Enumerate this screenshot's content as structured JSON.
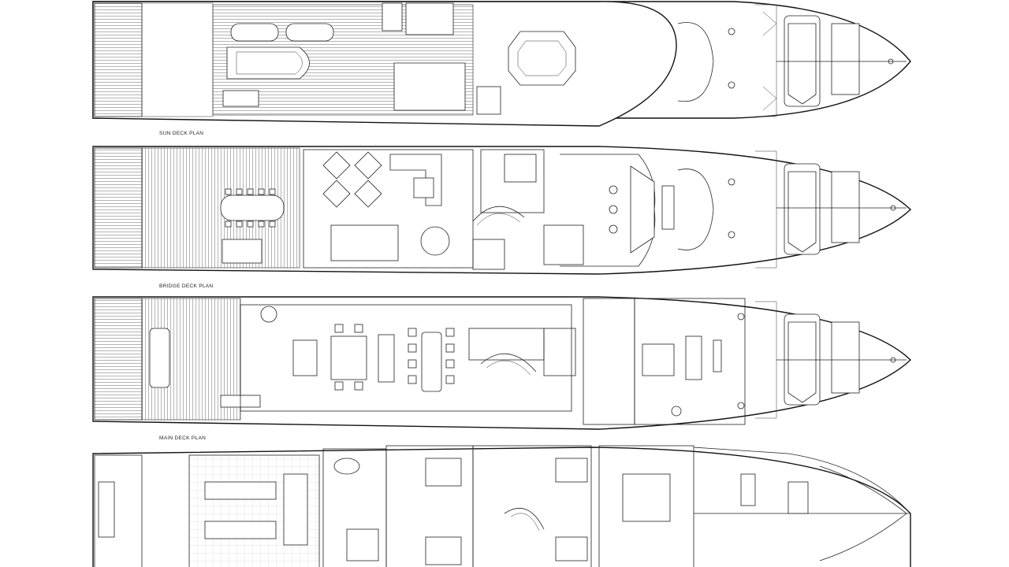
{
  "plans": [
    {
      "key": "sun",
      "label": "SUN DECK PLAN"
    },
    {
      "key": "bridge",
      "label": "BRIDGE DECK PLAN"
    },
    {
      "key": "main",
      "label": "MAIN DECK PLAN"
    },
    {
      "key": "lower",
      "label": ""
    }
  ],
  "colors": {
    "line": "#222222",
    "background": "#ffffff"
  }
}
